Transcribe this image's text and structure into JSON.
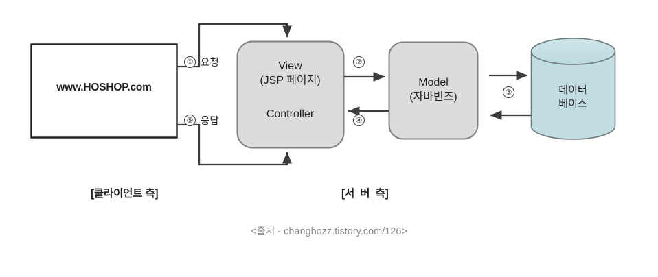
{
  "diagram": {
    "nodes": {
      "client": {
        "name": "client-browser-box",
        "label": "www.HOSHOP.com"
      },
      "view_controller": {
        "name": "view-controller-box",
        "view_label": "View\n(JSP 페이지)",
        "controller_label": "Controller"
      },
      "model": {
        "name": "model-box",
        "label": "Model\n(자바빈즈)"
      },
      "database": {
        "name": "database-cylinder",
        "label": "데이터\n베이스"
      }
    },
    "steps": [
      {
        "number": "①",
        "label": "요청",
        "from": "client",
        "to": "view_controller"
      },
      {
        "number": "②",
        "label": "",
        "from": "view_controller",
        "to": "model"
      },
      {
        "number": "③",
        "label": "",
        "from": "model",
        "to": "database"
      },
      {
        "number": "④",
        "label": "",
        "from": "model",
        "to": "view_controller"
      },
      {
        "number": "⑤",
        "label": "응답",
        "from": "view_controller",
        "to": "client"
      }
    ],
    "captions": {
      "client_side": "[클라이언트 측]",
      "server_side": "[서  버  측]"
    },
    "source": "<출처 - changhozz.tistory.com/126>",
    "colors": {
      "box_fill": "#dcdcdc",
      "box_stroke": "#808080",
      "client_stroke": "#231f20",
      "db_fill": "#c2dde1",
      "db_stroke": "#6e7b7d",
      "arrow": "#3b3b3b",
      "source_text": "#8a8a8a",
      "background": "#ffffff"
    }
  }
}
